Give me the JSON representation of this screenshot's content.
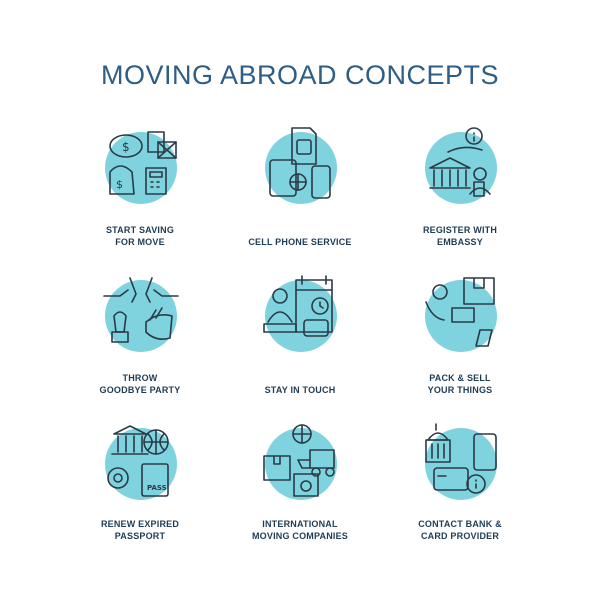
{
  "title": "MOVING ABROAD CONCEPTS",
  "accent_color": "#7fd3df",
  "title_color": "#2e5d86",
  "items": [
    {
      "label": "START SAVING\nFOR MOVE",
      "icon": "piggy-bank-icon"
    },
    {
      "label": "CELL PHONE SERVICE",
      "icon": "sim-card-phone-icon"
    },
    {
      "label": "REGISTER WITH\nEMBASSY",
      "icon": "embassy-building-icon"
    },
    {
      "label": "THROW\nGOODBYE PARTY",
      "icon": "toast-glasses-icon"
    },
    {
      "label": "STAY IN TOUCH",
      "icon": "calendar-person-icon"
    },
    {
      "label": "PACK & SELL\nYOUR THINGS",
      "icon": "box-hand-icon"
    },
    {
      "label": "RENEW EXPIRED\nPASSPORT",
      "icon": "passport-globe-icon"
    },
    {
      "label": "INTERNATIONAL\nMOVING COMPANIES",
      "icon": "moving-truck-icon"
    },
    {
      "label": "CONTACT BANK &\nCARD PROVIDER",
      "icon": "bank-card-phone-icon"
    }
  ]
}
